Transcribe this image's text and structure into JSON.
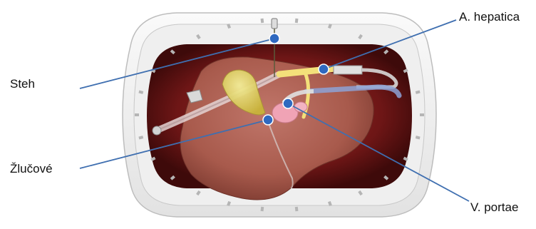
{
  "labels": {
    "steh": "Steh",
    "zlucove": "Žlučové",
    "a_hepatica": "A. hepatica",
    "v_portae": "V. portae"
  },
  "colors": {
    "leader_line": "#3f6fb0",
    "marker": "#2f69c0",
    "device_shell": "#f2f2f2",
    "perfusate": "#7a1a1a",
    "liver": "#a8594c",
    "gallbladder": "#e6d95a",
    "artery_cannula": "#f3e07a",
    "portal_vein": "#f0a3b5",
    "tubing": "#dcdcdc"
  }
}
